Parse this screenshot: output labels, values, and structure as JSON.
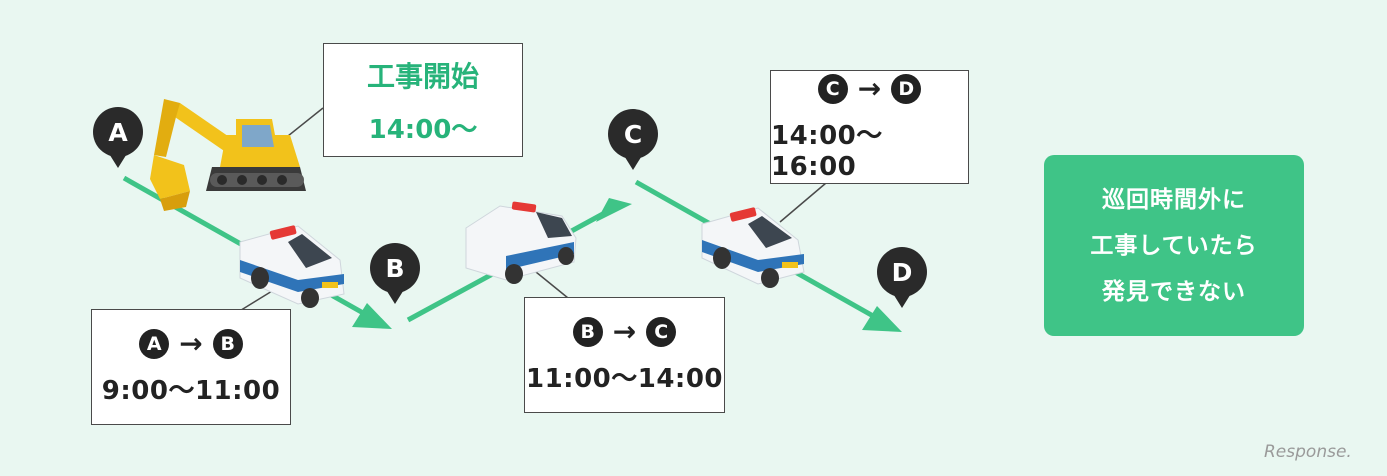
{
  "colors": {
    "background": "#e9f7f1",
    "route": "#3fc487",
    "accent_text": "#27b37a",
    "note_bg": "#3fc487",
    "pin": "#2a2a2a",
    "car_stripe": "#2f74b8",
    "car_siren": "#e53935",
    "excavator": "#f2c21b"
  },
  "pins": [
    {
      "id": "a",
      "label": "A"
    },
    {
      "id": "b",
      "label": "B"
    },
    {
      "id": "c",
      "label": "C"
    },
    {
      "id": "d",
      "label": "D"
    }
  ],
  "construction": {
    "title": "工事開始",
    "time": "14:00～"
  },
  "segments": [
    {
      "from": "A",
      "to": "B",
      "arrow": "→",
      "time": "9:00～11:00"
    },
    {
      "from": "B",
      "to": "C",
      "arrow": "→",
      "time": "11:00～14:00"
    },
    {
      "from": "C",
      "to": "D",
      "arrow": "→",
      "time": "14:00～16:00"
    }
  ],
  "note": {
    "lines": [
      "巡回時間外に",
      "工事していたら",
      "発見できない"
    ]
  },
  "icons": [
    "map-pin-icon",
    "excavator-icon",
    "patrol-car-icon"
  ],
  "watermark": "Response."
}
